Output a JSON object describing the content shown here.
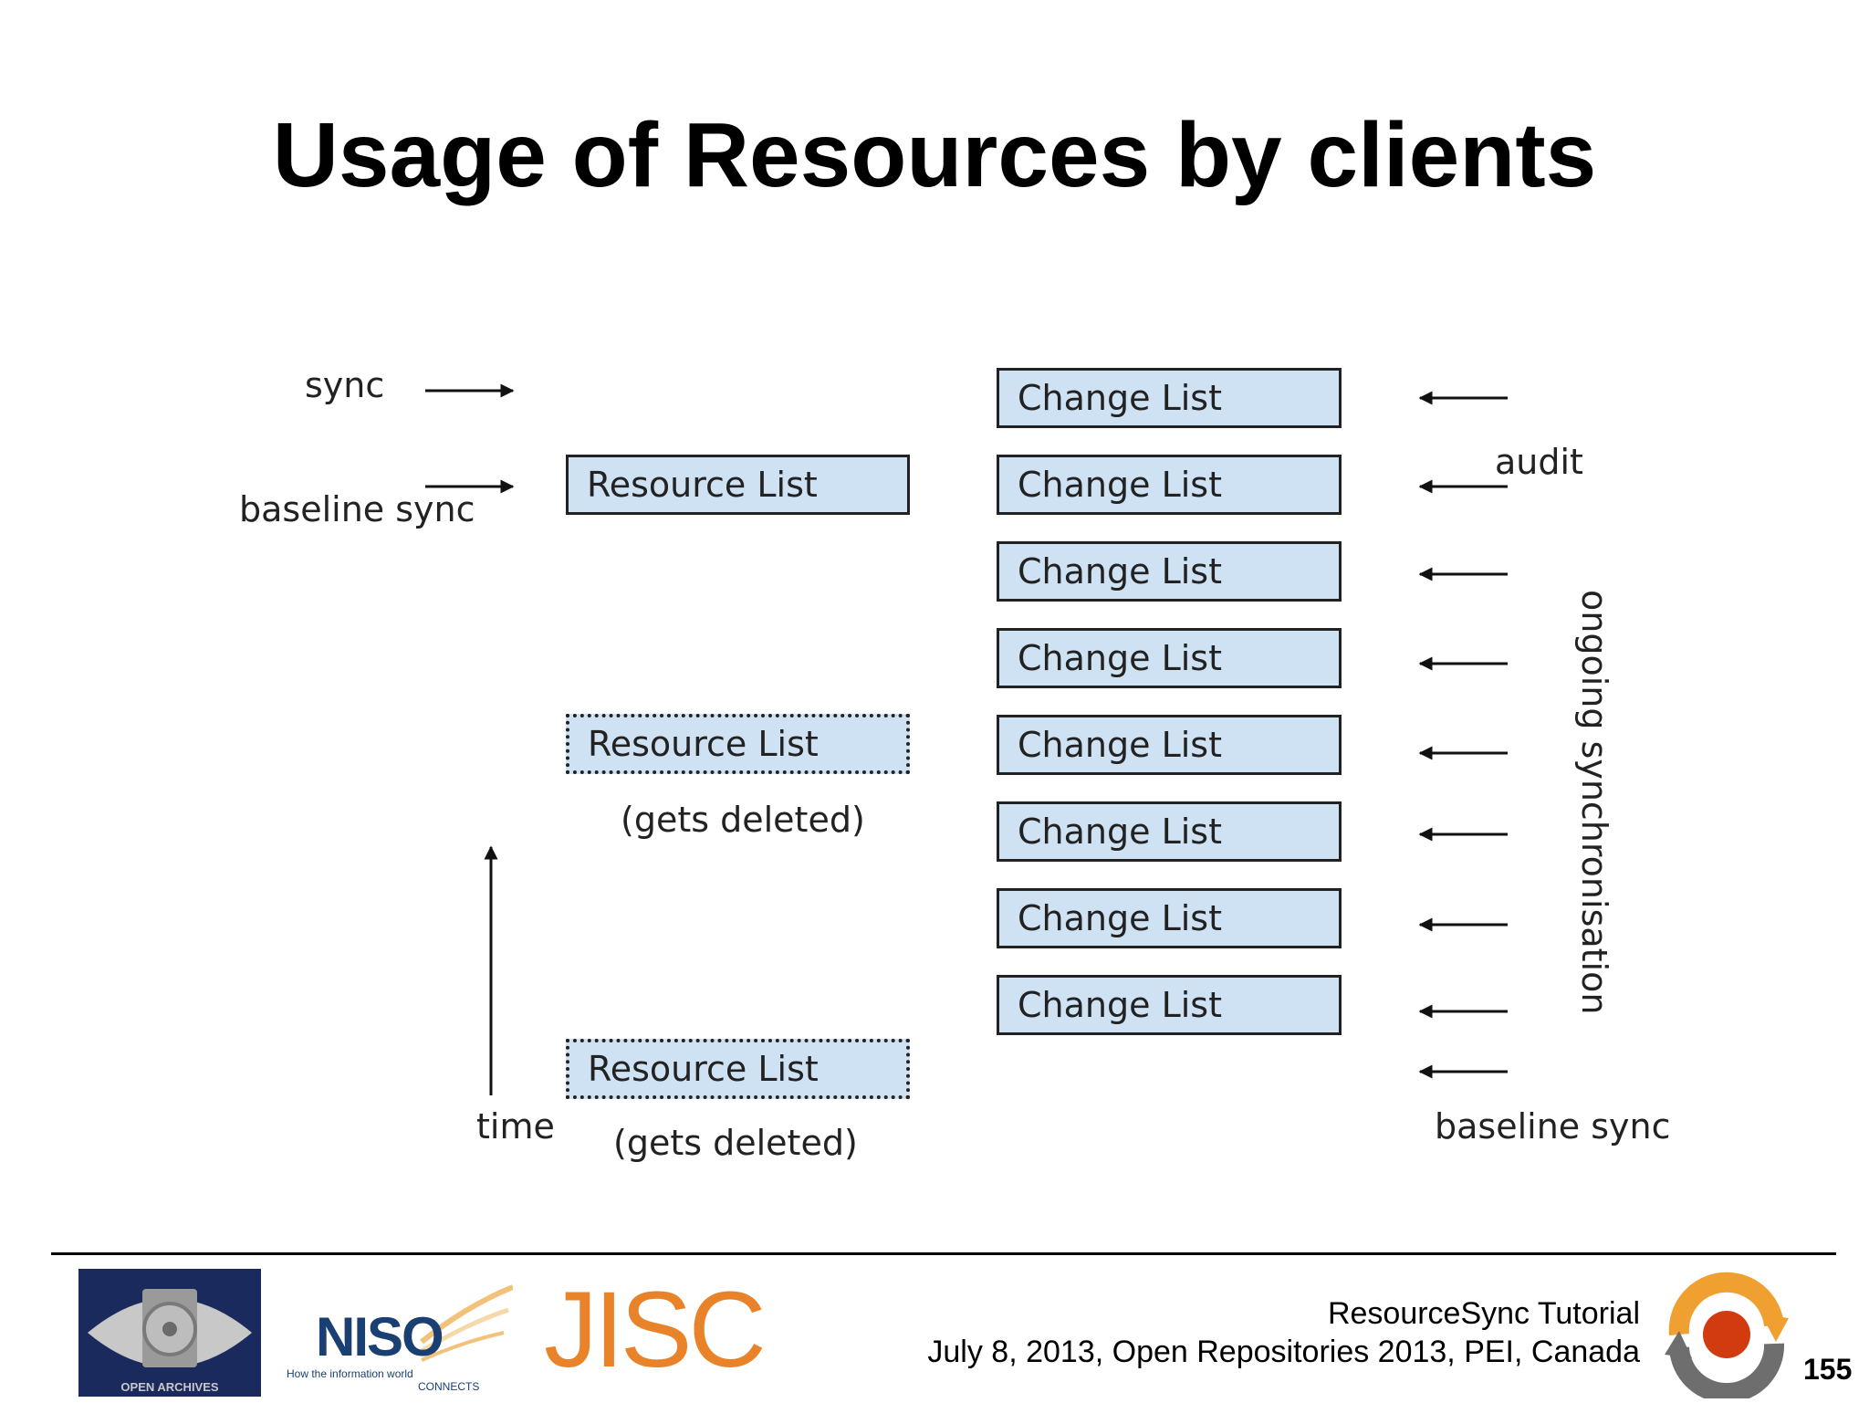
{
  "slide": {
    "title": "Usage of Resources by clients",
    "page_number": "155"
  },
  "diagram": {
    "left_labels": {
      "sync": "sync",
      "baseline_sync": "baseline sync",
      "time": "time"
    },
    "resource_lists": [
      {
        "label": "Resource List",
        "style": "solid",
        "caption": ""
      },
      {
        "label": "Resource List",
        "style": "dotted",
        "caption": "(gets deleted)"
      },
      {
        "label": "Resource List",
        "style": "dotted",
        "caption": "(gets deleted)"
      }
    ],
    "change_lists": [
      "Change List",
      "Change List",
      "Change List",
      "Change List",
      "Change List",
      "Change List",
      "Change List",
      "Change List"
    ],
    "right_labels": {
      "audit": "audit",
      "ongoing": "ongoing synchronisation",
      "baseline_sync": "baseline sync"
    }
  },
  "footer": {
    "line1": "ResourceSync Tutorial",
    "line2": "July 8, 2013, Open Repositories 2013, PEI, Canada",
    "logos": {
      "oai_text": "OPEN ARCHIVES",
      "niso_text": "NISO",
      "niso_tagline_1": "How the information world",
      "niso_tagline_2": "CONNECTS",
      "jisc_text": "JISC"
    }
  },
  "colors": {
    "box_fill": "#cfe2f3",
    "box_border": "#222222",
    "oai_bg": "#1b2a5c",
    "jisc_orange": "#e8832a",
    "niso_blue": "#1a3f73",
    "rs_logo_orange": "#f0a030",
    "rs_logo_red": "#d23a10",
    "rs_logo_grey": "#6e6e6e"
  }
}
